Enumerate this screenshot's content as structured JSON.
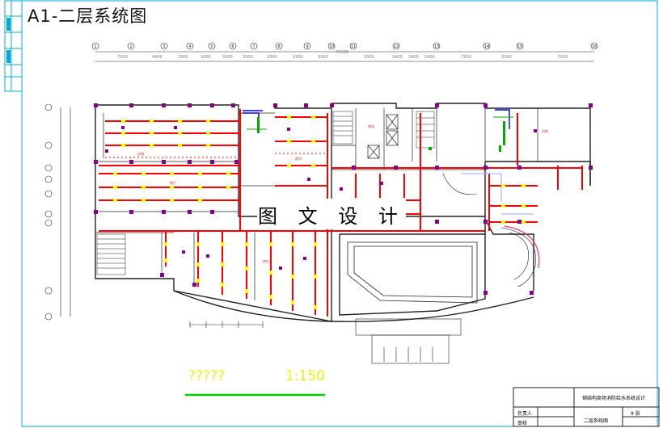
{
  "title": "A1-二层系统图",
  "scale": {
    "label": "?????",
    "value": "1:150"
  },
  "watermark": "图 文 设 计",
  "axes": {
    "top": [
      "1",
      "2",
      "3",
      "4",
      "5",
      "6",
      "7",
      "8",
      "9",
      "10",
      "11",
      "12",
      "13",
      "14",
      "15",
      "16"
    ]
  },
  "title_block": {
    "project": "钢结构商场消防给水系统设计",
    "drawing": "二层系统图",
    "person": "负责人",
    "review": "审核",
    "sheet": "9 张"
  },
  "colors": {
    "pipe": "#ff0000",
    "wall": "#222222",
    "accent": "#0000ff",
    "sprinkler": "#ffff00",
    "equipment": "#8b008b",
    "border": "#00aadd",
    "scale_bar": "#00cc00"
  }
}
